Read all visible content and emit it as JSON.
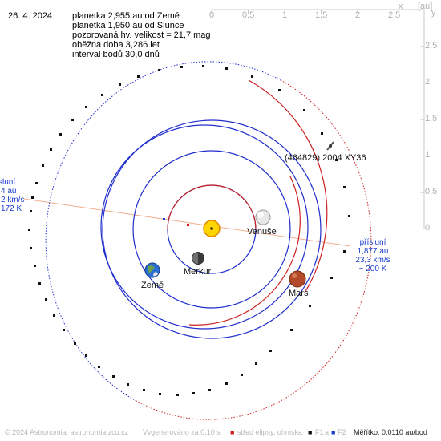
{
  "date": "26. 4. 2024",
  "info_lines": [
    "planetka 2,955 au od Země",
    "planetka 1,950 au od Slunce",
    "pozorovaná hv. velikost = 21,7 mag",
    "oběžná doba 3,286 let",
    "interval bodů 30,0 dnů"
  ],
  "axis": {
    "x_label": "x",
    "y_label": "y",
    "unit": "[au]",
    "x_ticks": [
      "0",
      "0,5",
      "1",
      "1,5",
      "2",
      "2,5"
    ],
    "y_ticks": [
      "2,5",
      "2",
      "1,5",
      "1",
      "0,5",
      "0"
    ]
  },
  "bodies": {
    "venus": "Venuše",
    "earth": "Země",
    "mercury": "Merkur",
    "mars": "Mars",
    "asteroid": "(464829) 2004 XY36"
  },
  "perihelion": {
    "title": "přísluní",
    "distance": "1,877 au",
    "speed": "23,3 km/s",
    "temp": "~ 200 K"
  },
  "aphelion_partial": {
    "title": "sluní",
    "distance": "4 au",
    "speed": "2 km/s",
    "temp": "172 K"
  },
  "footer": {
    "copyright": "© 2024 Astronomia, astronomia.zcu.cz",
    "generated": "Vygenerováno za 0,10 s",
    "center_legend": "střed elipsy, ohniska",
    "f1": "F1",
    "a": "a",
    "f2": "F2",
    "scale": "Měřítko: 0,0110 au/bod"
  },
  "colors": {
    "blue_orbit": "#1f2dcc",
    "red_orbit": "#cc1f1f",
    "axis_gray": "#c8c8c8",
    "apsis_line": "#f0b090",
    "label_blue": "#1a3ccd"
  }
}
